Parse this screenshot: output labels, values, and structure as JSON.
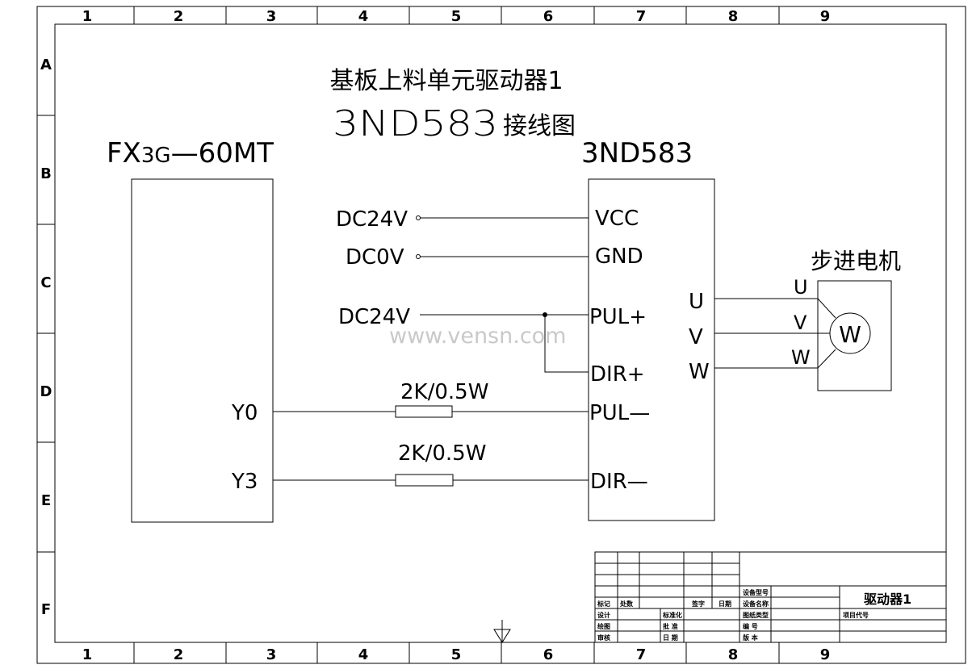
{
  "border": {
    "columns": [
      "1",
      "2",
      "3",
      "4",
      "5",
      "6",
      "7",
      "8",
      "9"
    ],
    "rows": [
      "A",
      "B",
      "C",
      "D",
      "E",
      "F"
    ]
  },
  "title": {
    "line1": "基板上料单元驱动器1",
    "line2_main": "3ND583",
    "line2_suffix": "接线图"
  },
  "plc": {
    "model_prefix": "FX",
    "model_sub": "3G",
    "model_suffix": "—60MT",
    "outputs": [
      "Y0",
      "Y3"
    ]
  },
  "driver": {
    "model": "3ND583",
    "inputs": [
      "VCC",
      "GND",
      "PUL+",
      "DIR+",
      "PUL—",
      "DIR—"
    ],
    "outputs": [
      "U",
      "V",
      "W"
    ]
  },
  "supplies": [
    "DC24V",
    "DC0V",
    "DC24V"
  ],
  "resistors": [
    "2K/0.5W",
    "2K/0.5W"
  ],
  "motor": {
    "label": "步进电机",
    "symbol": "W",
    "phases": [
      "U",
      "V",
      "W"
    ]
  },
  "watermark": "www.vensn.com",
  "title_block": {
    "drawing_name": "驱动器1",
    "rev_headers": [
      "标记",
      "处数",
      "签字",
      "日期"
    ],
    "left_labels": [
      "设计",
      "绘图",
      "审核"
    ],
    "mid_labels": [
      "标准化",
      "批 准",
      "日 期"
    ],
    "right_labels": [
      "设备型号",
      "设备名称",
      "图纸类型",
      "编 号",
      "版 本"
    ],
    "project_code_label": "项目代号"
  }
}
